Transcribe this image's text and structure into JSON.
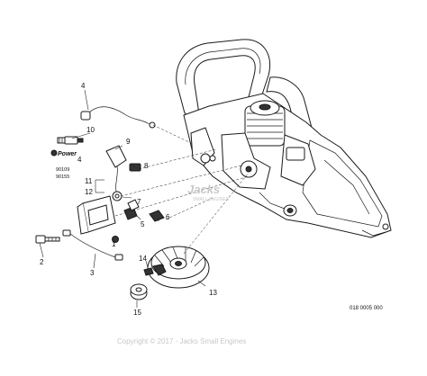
{
  "callouts": [
    {
      "id": "1",
      "label": "1"
    },
    {
      "id": "2",
      "label": "2"
    },
    {
      "id": "3",
      "label": "3"
    },
    {
      "id": "4",
      "label": "4"
    },
    {
      "id": "5",
      "label": "5"
    },
    {
      "id": "6",
      "label": "6"
    },
    {
      "id": "7",
      "label": "7"
    },
    {
      "id": "8",
      "label": "8"
    },
    {
      "id": "9",
      "label": "9"
    },
    {
      "id": "10",
      "label": "10"
    },
    {
      "id": "11",
      "label": "11"
    },
    {
      "id": "12",
      "label": "12"
    },
    {
      "id": "13",
      "label": "13"
    },
    {
      "id": "14",
      "label": "14"
    },
    {
      "id": "15",
      "label": "15"
    }
  ],
  "power_badge": {
    "brand": "Power",
    "number": "4"
  },
  "spark_plug_codes": [
    "90109",
    "90155"
  ],
  "reference_number": "018 0005 000",
  "watermark": {
    "copyright": "Copyright © 2017 - Jacks Small Engines",
    "logo_text": "Jacks",
    "logo_sub": "SMALL ENGINES"
  }
}
